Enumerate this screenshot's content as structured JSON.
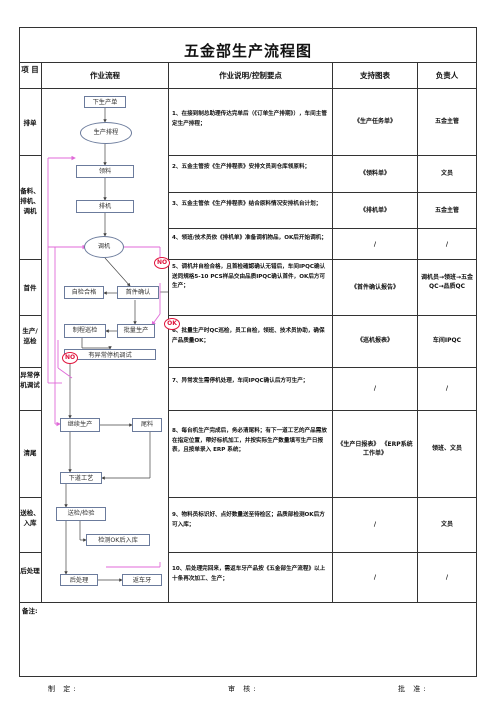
{
  "title": "五金部生产流程图",
  "headers": {
    "stage": "项 目",
    "flow": "作业流程",
    "desc": "作业说明/控制要点",
    "forms": "支持图表",
    "owner": "负责人"
  },
  "stages": {
    "scheduling": "排单",
    "prep": "备料、排机、调机",
    "first_piece": "首件",
    "production": "生产/巡检",
    "abnormal": "异常停机调试",
    "clearance": "清尾",
    "inspection": "送检、入库",
    "post": "后处理"
  },
  "rows": [
    {
      "desc": "1、在接到制总助理传达完单后（《订单生产排期》），车间主管定生产排程；",
      "form": "《生产任务单》",
      "owner": "五金主管"
    },
    {
      "desc": "2、五金主管按《生产排程表》安排文员到仓库领原料；",
      "form": "《领料单》",
      "owner": "文员"
    },
    {
      "desc": "3、五金主管依《生产排程表》结合原料情况安排机台计划；",
      "form": "《排机单》",
      "owner": "五金主管"
    },
    {
      "desc": "4、领班/技术员依《排机单》准备调机物品，OK后开始调机；",
      "form": "/",
      "owner": "/"
    },
    {
      "desc": "5、调机并自检合格，且首检確認确认无错后，车间IPQC确认送同規格5-10 PCS样品交由品质IPQC确认首件，OK后方可生产；",
      "form": "《首件确认报告》",
      "owner": "调机员→领班→五金QC→品质QC"
    },
    {
      "desc": "6、批量生产时QC巡检，员工自检，领班、技术员协助，确保产品质量OK；",
      "form": "《巡机报表》",
      "owner": "车间IPQC"
    },
    {
      "desc": "7、异常发生需停机处理，车间IPQC确认后方可生产；",
      "form": "/",
      "owner": "/"
    },
    {
      "desc": "8、每台机生产完成后，务必清尾料；有下一道工艺的产品需放在指定位置，帶好标机加工，并按实际生产数量填写生产日报表，且按单录入 ERP 系统；",
      "form": "《生产日报表》  《ERP系统工作单》",
      "owner": "领班、文员"
    },
    {
      "desc": "9、物料员标识好、点好数量送至待检区；品质部检测OK后方可入库；",
      "form": "/",
      "owner": "文员"
    },
    {
      "desc": "10、后处理完回来，需返车牙产品按《五金部生产流程》以上十条再次加工、生产；",
      "form": "/",
      "owner": "/"
    }
  ],
  "flow": {
    "order": "下生产单",
    "schedule": "生产排程",
    "material": "领料",
    "machine": "排机",
    "tuning": "调机",
    "self_check": "自检合格",
    "first_confirm": "首件确认",
    "patrol": "制程巡检",
    "mass": "批量生产",
    "abnormal": "有异常停机调试",
    "continue": "继续生产",
    "tail": "尾料",
    "next": "下道工艺",
    "inspect": "送检/检验",
    "stock": "检测OK后入库",
    "post": "后处理",
    "rethread": "返车牙",
    "no1": "NO",
    "ok": "OK",
    "no2": "NO"
  },
  "remarks": "备注:",
  "footer": {
    "made": "制  定:",
    "review": "审  核:",
    "approve": "批  准:"
  }
}
